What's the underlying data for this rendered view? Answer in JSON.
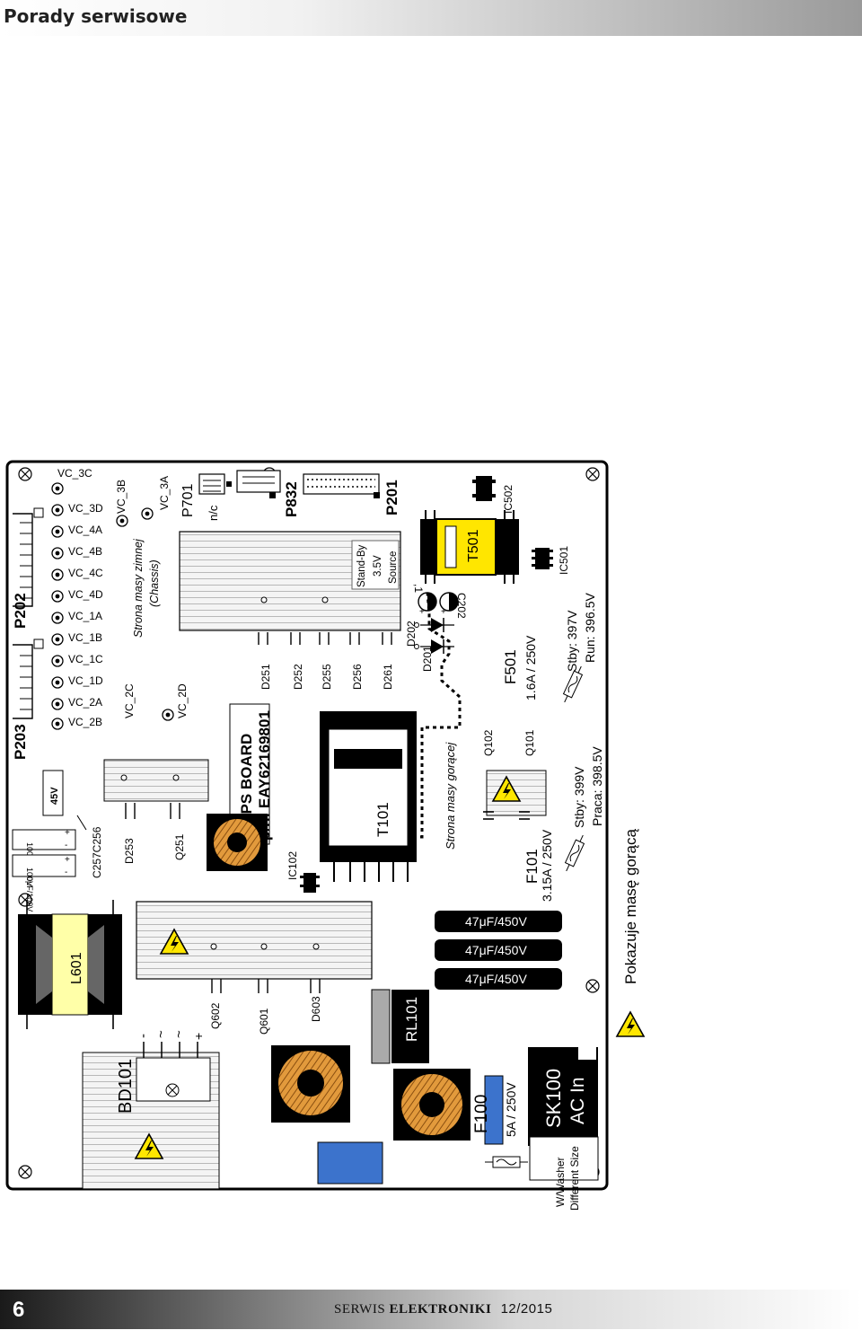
{
  "header": {
    "title": "Porady serwisowe"
  },
  "footer": {
    "page_number": "6",
    "journal_part1": "SERWIS",
    "journal_part2": "ELEKTRONIKI",
    "issue": "12/2015"
  },
  "board": {
    "connectors": {
      "p203": "P203",
      "p202": "P202",
      "p701": "P701",
      "p832": "P832",
      "p201": "P201",
      "nc": "n/c"
    },
    "test_points": [
      "VC_3C",
      "VC_3D",
      "VC_4A",
      "VC_4B",
      "VC_4C",
      "VC_4D",
      "VC_1A",
      "VC_1B",
      "VC_1C",
      "VC_1D",
      "VC_2A",
      "VC_2B",
      "VC_3B",
      "VC_2C",
      "VC_3A",
      "VC_2D"
    ],
    "cold_ground": "Strona masy zimnej",
    "chassis": "(Chassis)",
    "smps_title": "SMPS BOARD",
    "smps_pn": "p/n: EAY62169801",
    "diodes": [
      "D251",
      "D252",
      "D255",
      "D256",
      "D261"
    ],
    "d202": "D202",
    "d201": "D201",
    "standby": [
      "Stand-By",
      "3.5V",
      "Source"
    ],
    "c202": "C202",
    "c202_suffix": ",1",
    "t501": "T501",
    "ic502": "IC502",
    "ic501": "IC501",
    "f501": "F501",
    "f501_rating": "1.6A / 250V",
    "stby_397": "Stby: 397V",
    "run_396": "Run: 396.5V",
    "q102": "Q102",
    "q101": "Q101",
    "hot_ground": "Strona masy gorącej",
    "t101": "T101",
    "ic102": "IC102",
    "f101": "F101",
    "f101_rating": "3.15A / 250V",
    "stby_399": "Stby: 399V",
    "praca": "Praca: 398.5V",
    "hot_legend": "Pokazuje masę gorącą",
    "caps": [
      "47μF/450V",
      "47μF/450V",
      "47μF/450V"
    ],
    "small_caps": [
      "100μF/100V",
      "100μF/100V"
    ],
    "c257c256": "C257C256",
    "v45": "45V",
    "d253": "D253",
    "q251": "Q251",
    "l601": "L601",
    "q602": "Q602",
    "q601": "Q601",
    "d603": "D603",
    "bd101": "BD101",
    "bd_pins": [
      "-",
      "~",
      "~",
      "+"
    ],
    "rl101": "RL101",
    "f100": "F100",
    "f100_rating": "5A / 250V",
    "sk100": "SK100",
    "ac_in": "AC In",
    "washer": "W/Washer",
    "diff_size": "Different Size"
  }
}
